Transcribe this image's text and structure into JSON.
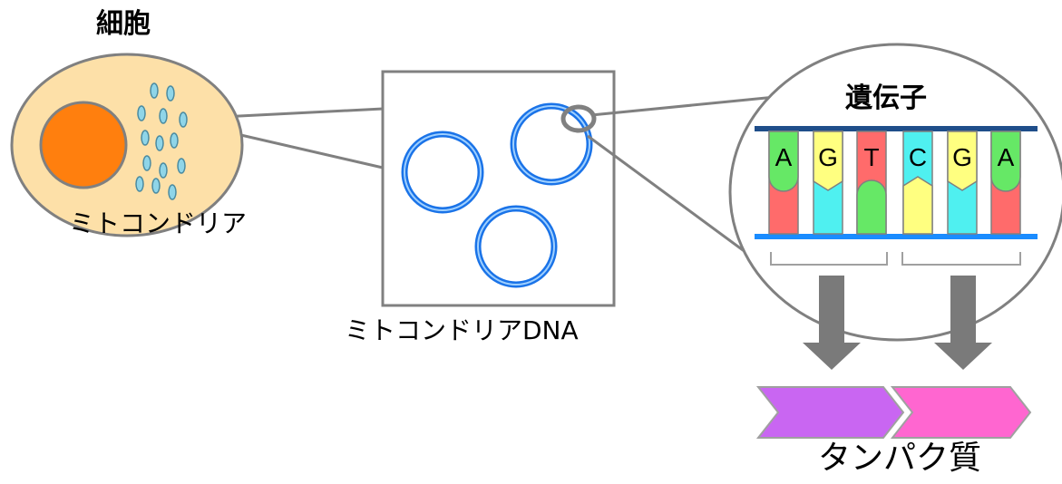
{
  "labels": {
    "cell": "細胞",
    "mitochondria": "ミトコンドリア",
    "mtdna": "ミトコンドリアDNA",
    "gene": "遺伝子",
    "protein": "タンパク質"
  },
  "bases": [
    "A",
    "G",
    "T",
    "C",
    "G",
    "A"
  ],
  "colors": {
    "cell_fill": "#fde0a8",
    "nucleus": "#ff7f0e",
    "mito": "#8fd5e8",
    "dna_ring": "#1a73e8",
    "base_A": "#ff6b6b",
    "base_G": "#4ff0f0",
    "base_T": "#ff6b6b",
    "base_C": "#ffff80",
    "protein_1": "#c966f2",
    "protein_2": "#ff66d0",
    "arrow": "#7a7a7a"
  }
}
